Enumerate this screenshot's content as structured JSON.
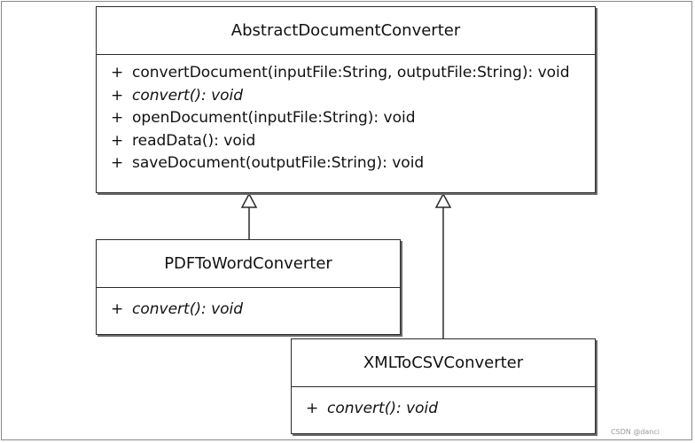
{
  "classes": {
    "abstract": {
      "name": "AbstractDocumentConverter",
      "methods": [
        {
          "visibility": "+",
          "signature": "convertDocument(inputFile:String, outputFile:String): void",
          "italic": false
        },
        {
          "visibility": "+",
          "signature": "convert(): void",
          "italic": true
        },
        {
          "visibility": "+",
          "signature": "openDocument(inputFile:String): void",
          "italic": false
        },
        {
          "visibility": "+",
          "signature": "readData(): void",
          "italic": false
        },
        {
          "visibility": "+",
          "signature": "saveDocument(outputFile:String): void",
          "italic": false
        }
      ]
    },
    "pdf": {
      "name": "PDFToWordConverter",
      "methods": [
        {
          "visibility": "+",
          "signature": "convert(): void",
          "italic": true
        }
      ]
    },
    "xml": {
      "name": "XMLToCSVConverter",
      "methods": [
        {
          "visibility": "+",
          "signature": "convert(): void",
          "italic": true
        }
      ]
    }
  },
  "relations": [
    {
      "type": "generalization",
      "from": "PDFToWordConverter",
      "to": "AbstractDocumentConverter"
    },
    {
      "type": "generalization",
      "from": "XMLToCSVConverter",
      "to": "AbstractDocumentConverter"
    }
  ],
  "watermark": "CSDN @danci"
}
